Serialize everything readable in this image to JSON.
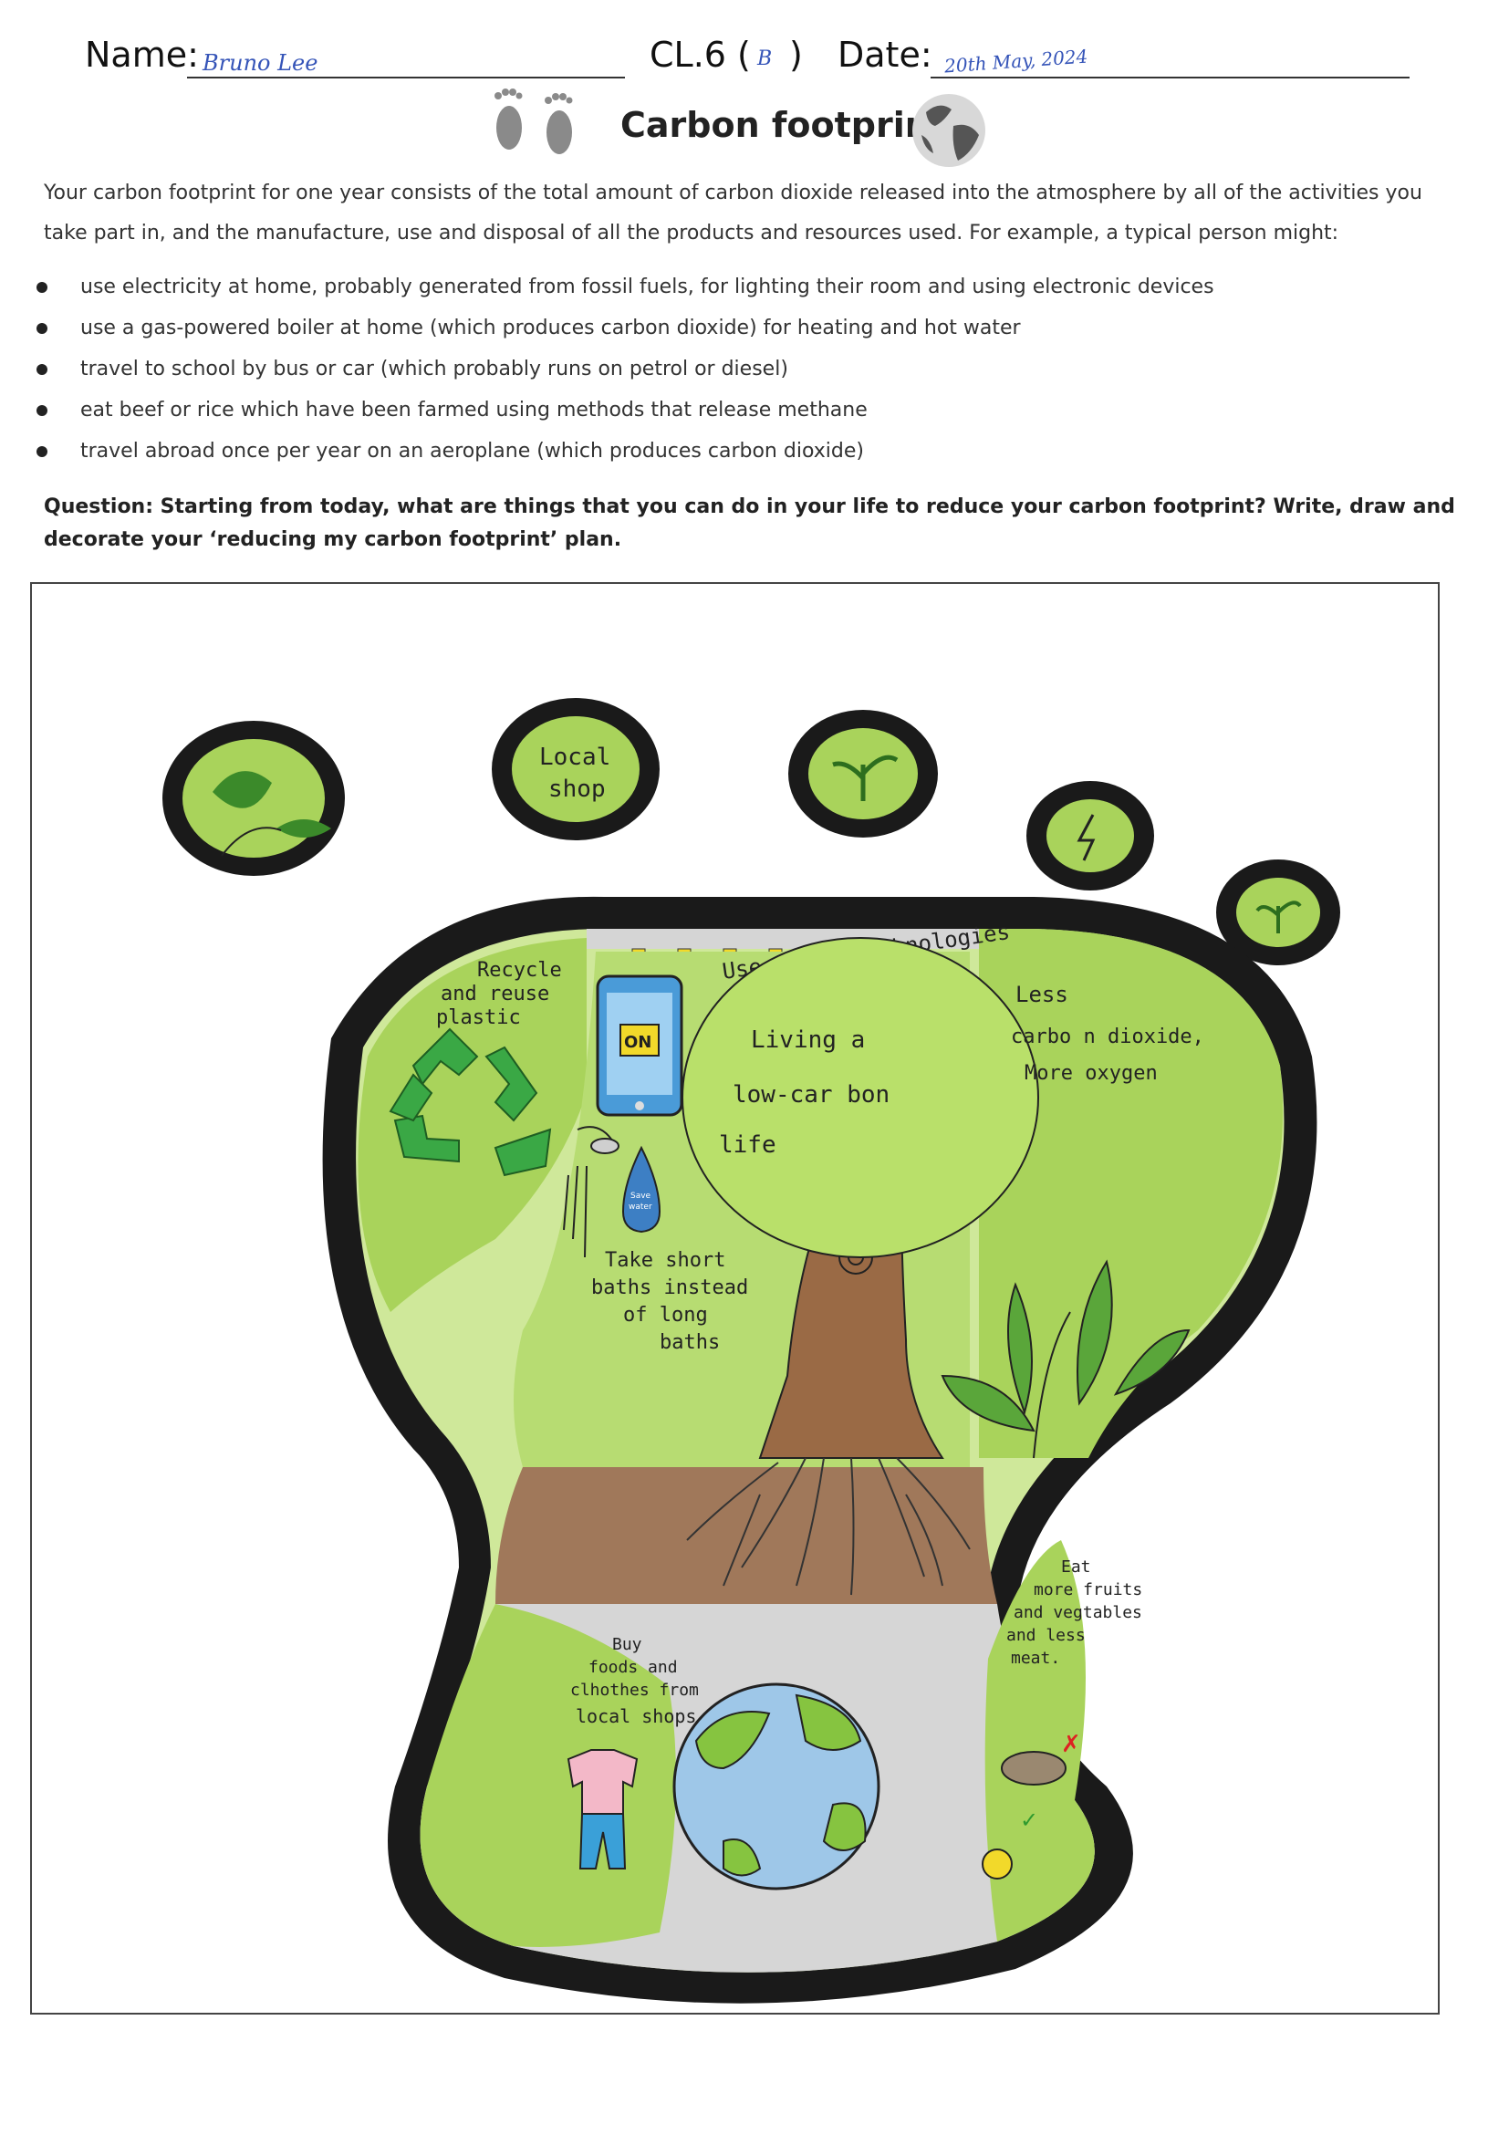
{
  "header": {
    "name_label": "Name:",
    "name_value": "Bruno Lee",
    "class_label": "CL.6 (",
    "class_value": "B",
    "class_close": ")",
    "date_label": "Date:",
    "date_value": "20th May, 2024"
  },
  "title": "Carbon footprint",
  "intro": "Your carbon footprint for one year consists of the total amount of carbon dioxide released into the atmosphere by all of the activities you take part in, and the manufacture, use and disposal of all the products and resources used. For example, a typical person might:",
  "bullets": [
    "use electricity at home, probably generated from fossil fuels, for lighting their room and using electronic devices",
    "use a gas-powered boiler at home (which produces carbon dioxide) for heating and hot water",
    "travel to school by bus or car (which probably runs on petrol or diesel)",
    "eat beef or rice which have been farmed using methods that release methane",
    "travel abroad once per year on an aeroplane (which produces carbon dioxide)"
  ],
  "question": "Question: Starting from today, what are things that you can do in your life to reduce your carbon footprint? Write, draw and decorate your ‘reducing my carbon footprint’ plan.",
  "drawing": {
    "toe_local_shop": "Local shop",
    "recycle": "Recycle and reuse plastic",
    "smart_tech": "Use smart technologies",
    "phone_screen": "ON",
    "tree_text": "Living a low-carbon life",
    "less_co2": "Less carbon dioxide, More oxygen",
    "save_water": "Save water",
    "short_baths": "Take short baths instead of long baths",
    "buy_local": "Buy foods and clothes from local shops.",
    "eat_more": "Eat more fruits and vegtables and less meat."
  },
  "colors": {
    "foot_outline": "#1a1a1a",
    "green_fill": "#a9d35b",
    "light_green": "#cfe89a",
    "soil": "#a0785a",
    "trunk": "#8a5a3a",
    "earth_blue": "#9ec7e8"
  }
}
